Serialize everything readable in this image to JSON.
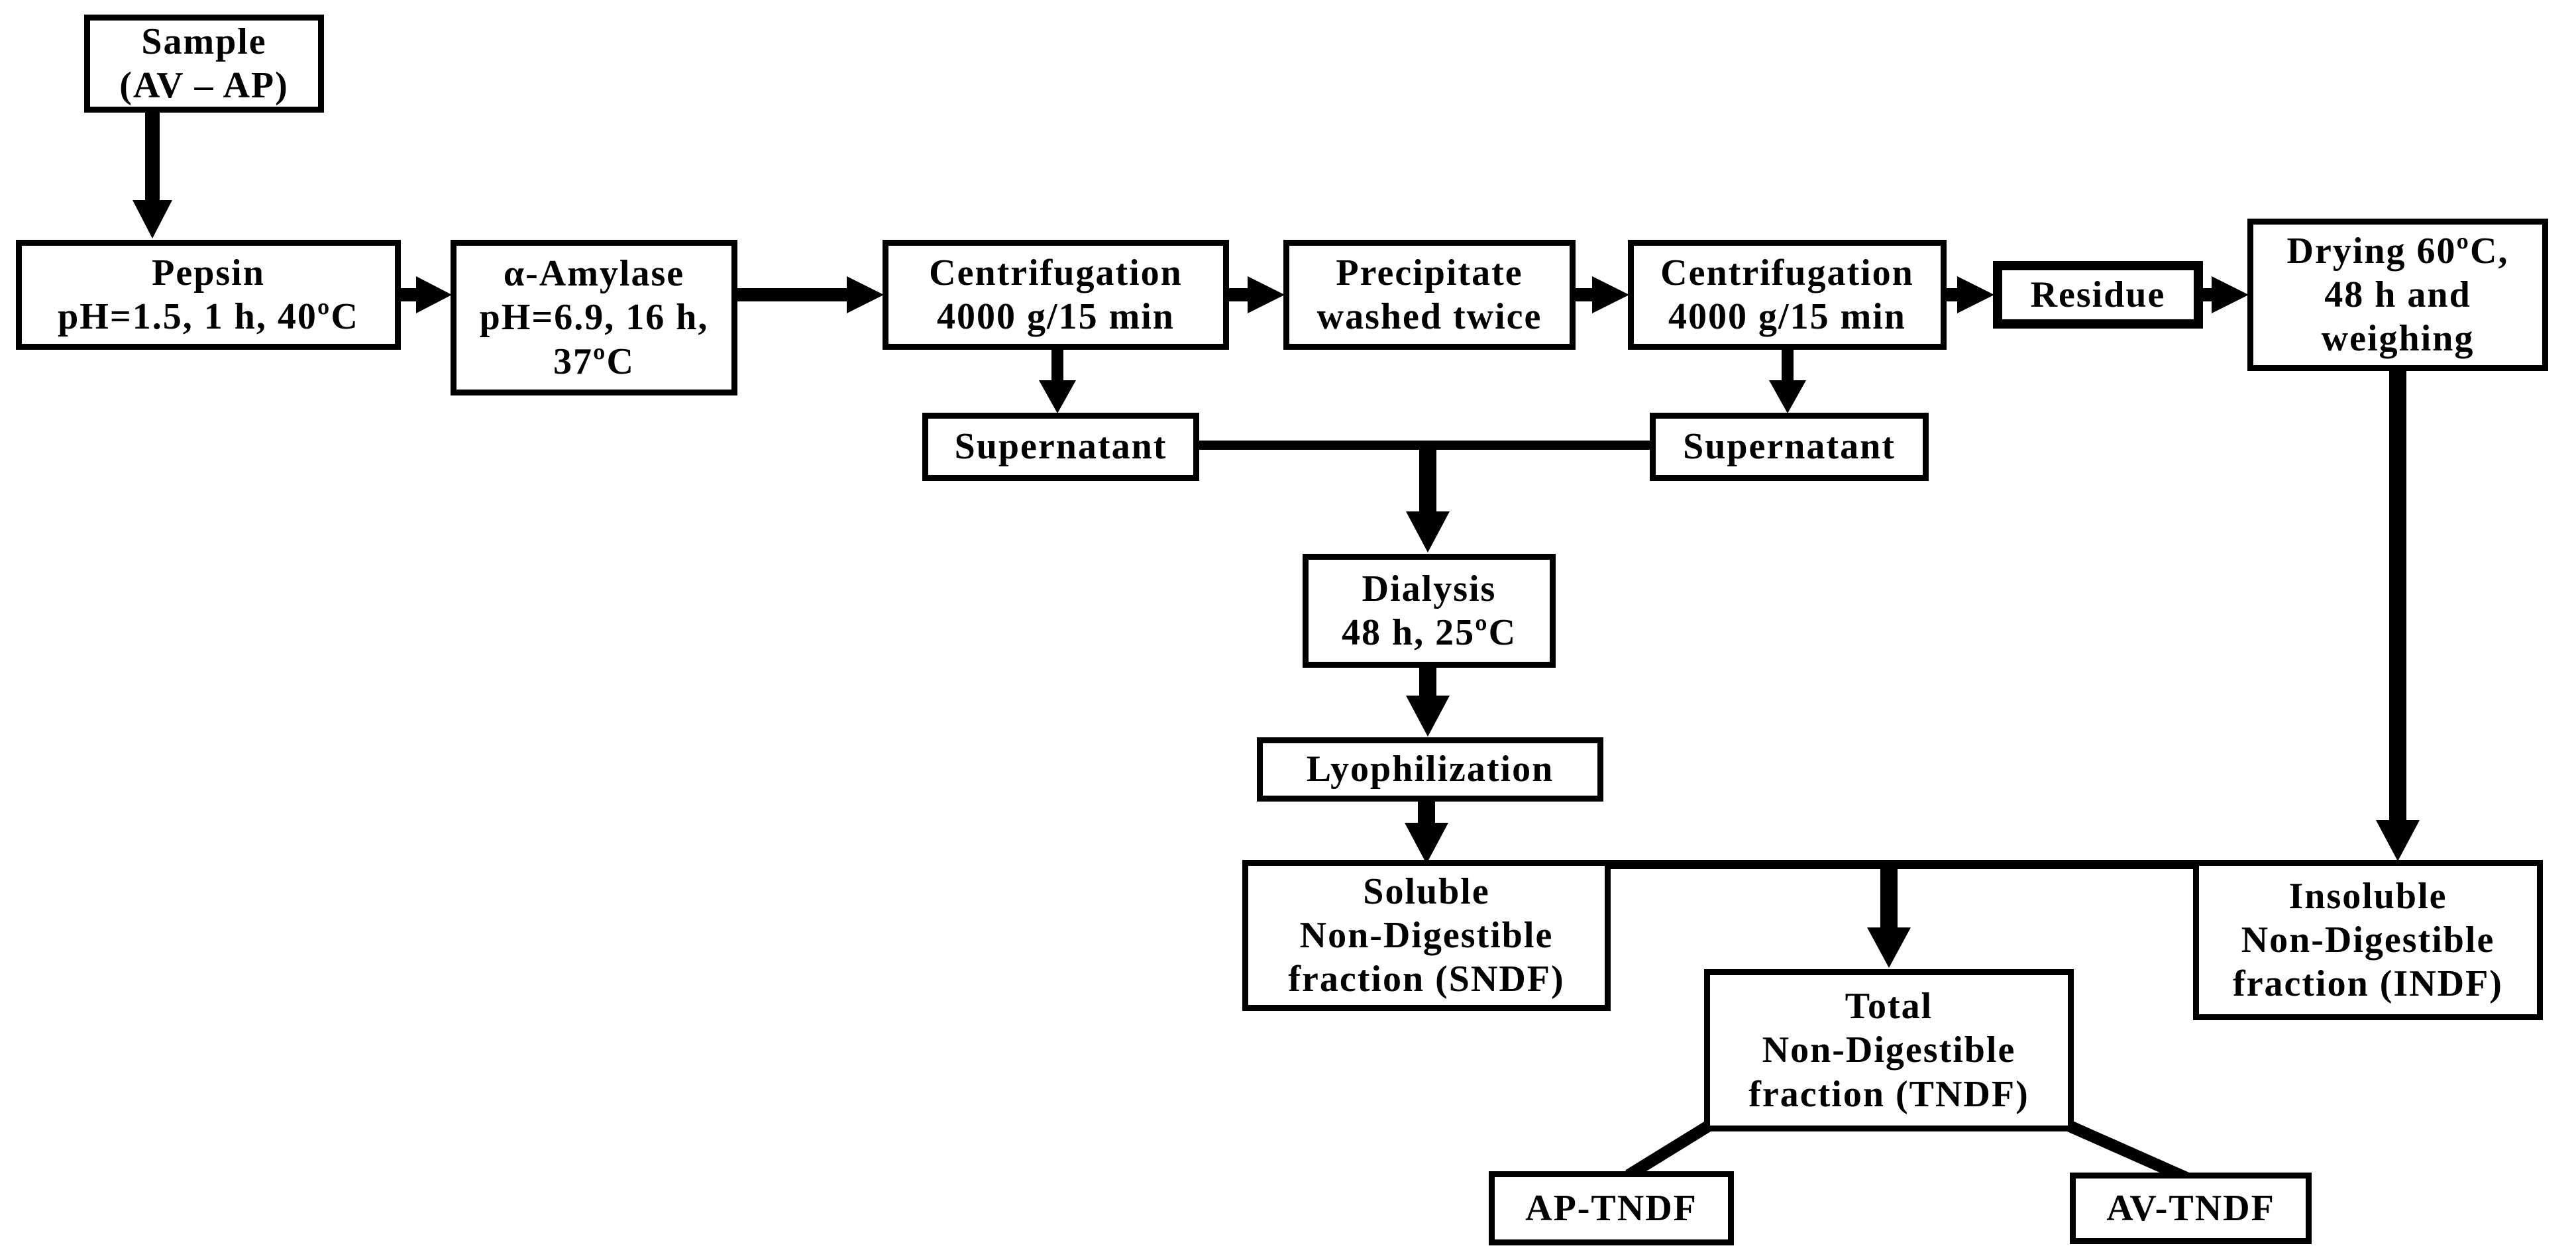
{
  "diagram": {
    "kind": "flowchart",
    "colors": {
      "ink": "#000000",
      "background": "#ffffff",
      "box_fill": "#ffffff"
    },
    "nodes": {
      "sample": {
        "lines": [
          "Sample",
          "(AV – AP)"
        ]
      },
      "pepsin": {
        "lines": [
          "Pepsin",
          "pH=1.5, 1 h, 40ºC"
        ]
      },
      "amylase": {
        "lines": [
          "α-Amylase",
          "pH=6.9, 16 h,",
          "37ºC"
        ]
      },
      "centrifugation1": {
        "lines": [
          "Centrifugation",
          "4000 g/15 min"
        ]
      },
      "precipitate": {
        "lines": [
          "Precipitate",
          "washed twice"
        ]
      },
      "centrifugation2": {
        "lines": [
          "Centrifugation",
          "4000 g/15 min"
        ]
      },
      "residue": {
        "lines": [
          "Residue"
        ]
      },
      "drying": {
        "lines": [
          "Drying 60ºC,",
          "48 h and",
          "weighing"
        ]
      },
      "supernatant1": {
        "lines": [
          "Supernatant"
        ]
      },
      "supernatant2": {
        "lines": [
          "Supernatant"
        ]
      },
      "dialysis": {
        "lines": [
          "Dialysis",
          "48 h, 25ºC"
        ]
      },
      "lyophilization": {
        "lines": [
          "Lyophilization"
        ]
      },
      "sndf": {
        "lines": [
          "Soluble",
          "Non-Digestible",
          "fraction (SNDF)"
        ]
      },
      "indf": {
        "lines": [
          "Insoluble",
          "Non-Digestible",
          "fraction (INDF)"
        ]
      },
      "tndf": {
        "lines": [
          "Total",
          "Non-Digestible",
          "fraction (TNDF)"
        ]
      },
      "ap_tndf": {
        "lines": [
          "AP-TNDF"
        ]
      },
      "av_tndf": {
        "lines": [
          "AV-TNDF"
        ]
      }
    },
    "edges": [
      {
        "from": "sample",
        "to": "pepsin",
        "type": "arrow"
      },
      {
        "from": "pepsin",
        "to": "amylase",
        "type": "arrow"
      },
      {
        "from": "amylase",
        "to": "centrifugation1",
        "type": "arrow"
      },
      {
        "from": "centrifugation1",
        "to": "precipitate",
        "type": "arrow"
      },
      {
        "from": "precipitate",
        "to": "centrifugation2",
        "type": "arrow"
      },
      {
        "from": "centrifugation2",
        "to": "residue",
        "type": "arrow"
      },
      {
        "from": "residue",
        "to": "drying",
        "type": "arrow"
      },
      {
        "from": "centrifugation1",
        "to": "supernatant1",
        "type": "arrow"
      },
      {
        "from": "centrifugation2",
        "to": "supernatant2",
        "type": "arrow"
      },
      {
        "from": "supernatant1",
        "to": "supernatant2",
        "type": "line"
      },
      {
        "from": "supernatant1+supernatant2",
        "to": "dialysis",
        "type": "arrow"
      },
      {
        "from": "dialysis",
        "to": "lyophilization",
        "type": "arrow"
      },
      {
        "from": "lyophilization",
        "to": "sndf",
        "type": "arrow"
      },
      {
        "from": "sndf",
        "to": "indf",
        "type": "line"
      },
      {
        "from": "sndf+indf",
        "to": "tndf",
        "type": "arrow"
      },
      {
        "from": "drying",
        "to": "indf",
        "type": "arrow"
      },
      {
        "from": "tndf",
        "to": "ap_tndf",
        "type": "line"
      },
      {
        "from": "tndf",
        "to": "av_tndf",
        "type": "line"
      }
    ]
  }
}
